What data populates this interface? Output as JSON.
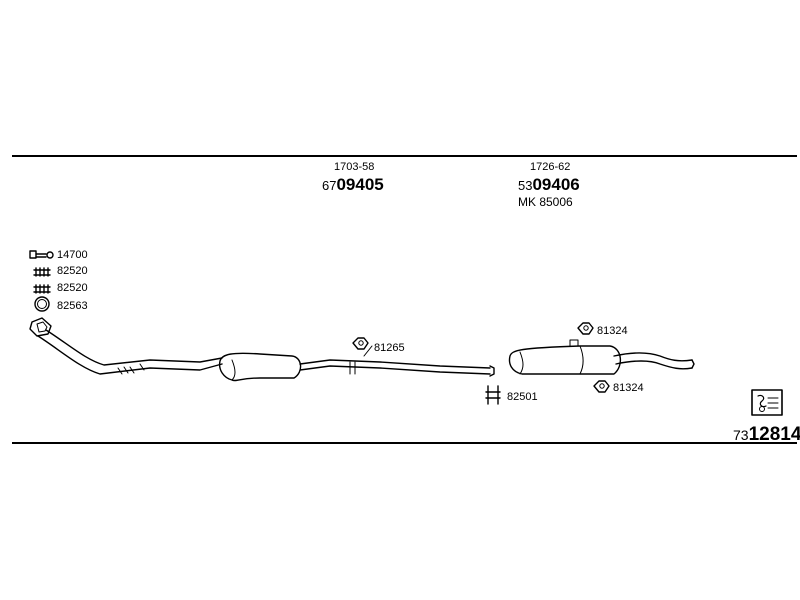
{
  "parts": {
    "center_muffler": {
      "ref": "1703-58",
      "prefix": "67",
      "number": "09405"
    },
    "rear_muffler": {
      "ref": "1726-62",
      "prefix": "53",
      "number": "09406",
      "alt": "MK  85006"
    }
  },
  "legend": [
    {
      "code": "14700",
      "icon": "bolt-icon"
    },
    {
      "code": "82520",
      "icon": "clamp-icon"
    },
    {
      "code": "82520",
      "icon": "clamp-icon"
    },
    {
      "code": "82563",
      "icon": "ring-gasket-icon"
    }
  ],
  "callouts": {
    "hanger_front": {
      "code": "81265",
      "icon": "rubber-hanger-icon"
    },
    "hanger_rear_top": {
      "code": "81324",
      "icon": "rubber-hanger-icon"
    },
    "hanger_rear_bottom": {
      "code": "81324",
      "icon": "rubber-hanger-icon"
    },
    "clamp_mid": {
      "code": "82501",
      "icon": "u-clamp-icon"
    }
  },
  "footer": {
    "prefix": "73",
    "number": "12814",
    "icon": "kit-box-icon"
  }
}
